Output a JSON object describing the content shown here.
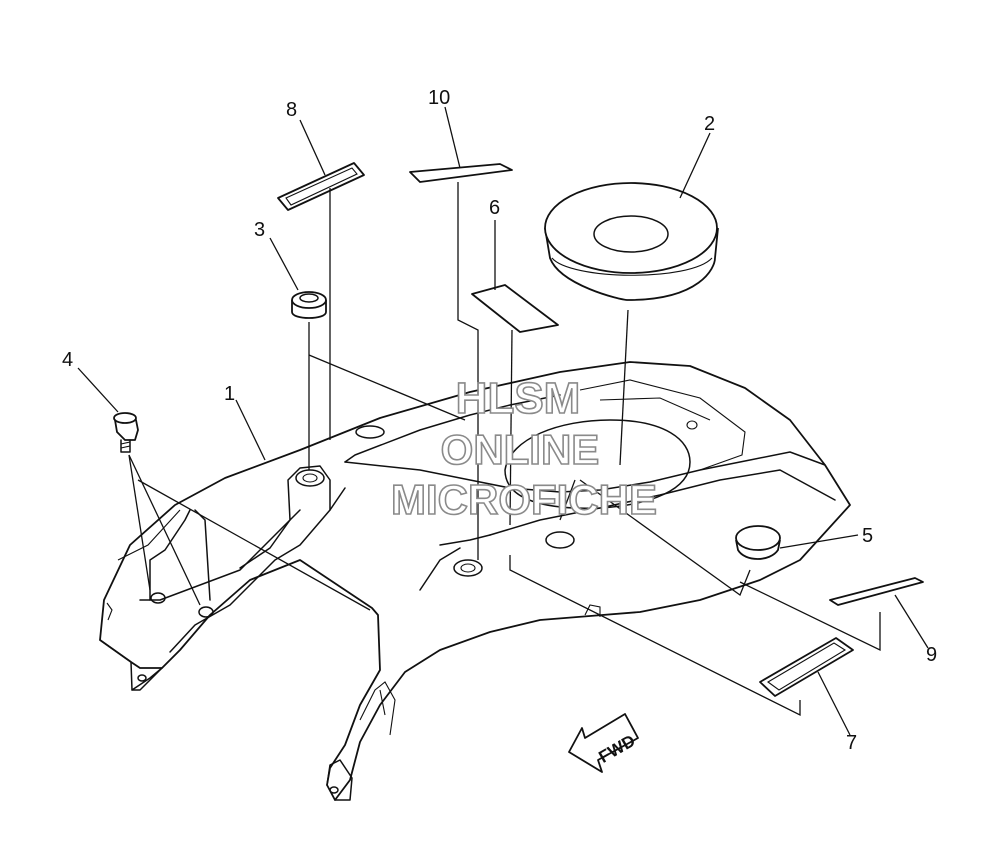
{
  "diagram": {
    "part_labels": [
      "1",
      "2",
      "3",
      "4",
      "5",
      "6",
      "7",
      "8",
      "9",
      "10"
    ],
    "watermark": [
      "HLSM",
      "ONLINE",
      "MICROFICHE"
    ],
    "direction_label": "FWD"
  }
}
